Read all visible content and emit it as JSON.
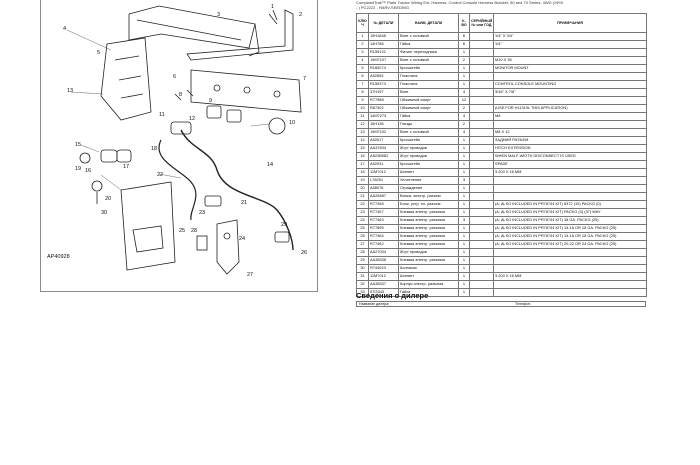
{
  "header": {
    "line1": "ComplaintTrak™ Parts Tractor Wiring Ext. Harness, Control Console Harness Bracket, 50 and 70 Series, 4WD (1993",
    "line2": "- ) PC2222 - HARV-SEEDING"
  },
  "diagram": {
    "figure_id": "AP40928",
    "callouts": [
      "1",
      "2",
      "3",
      "4",
      "5",
      "6",
      "7",
      "8",
      "9",
      "10",
      "11",
      "12",
      "13",
      "14",
      "15",
      "16",
      "17",
      "18",
      "19",
      "20",
      "21",
      "22",
      "23",
      "24",
      "25",
      "26",
      "27",
      "28",
      "29",
      "30"
    ]
  },
  "table": {
    "headers": [
      "КЛЮ Ч",
      "№ ДЕТАЛИ",
      "НАИМ. ДЕТАЛИ",
      "К-ВО",
      "СЕРИЙНЫЙ № или ГОД",
      "ПРИМЕЧАНИЯ"
    ],
    "rows": [
      [
        "1",
        "19H1848",
        "Винт с головкой",
        "6",
        "",
        "1/4\" X 3/4\""
      ],
      [
        "2",
        "14H786",
        "Гайка",
        "6",
        "",
        "1/4\""
      ],
      [
        "3",
        "R156122",
        "Фитинг переходника",
        "1",
        "",
        ""
      ],
      [
        "4",
        "19M7107",
        "Винт с головкой",
        "2",
        "",
        "M10 X 35"
      ],
      [
        "5",
        "R165274",
        "Кронштейн",
        "1",
        "",
        "MONITOR MOUNT"
      ],
      [
        "6",
        "A52853",
        "Пластина",
        "1",
        "",
        ""
      ],
      [
        "7",
        "R155373",
        "Пластина",
        "1",
        "",
        "CONTROL CONSOLE MOUNTING"
      ],
      [
        "8",
        "37H197",
        "Винт",
        "4",
        "",
        "3/16\" X 7/8\""
      ],
      [
        "9",
        "R77988",
        "Обжимной хомут",
        "12",
        "",
        ""
      ],
      [
        "10",
        "R87302",
        "Обжимной хомут",
        "2",
        "",
        "(USE FOR H11319L THIS APPLICATION)"
      ],
      [
        "11",
        "14M7273",
        "Гайка",
        "4",
        "",
        "M8"
      ],
      [
        "12",
        "15H136",
        "Гнездо",
        "2",
        "",
        ""
      ],
      [
        "13",
        "19M7102",
        "Винт с головкой",
        "4",
        "",
        "M8 X 12"
      ],
      [
        "14",
        "A52617",
        "Кронштейн",
        "1",
        "",
        "ЗАДНИЙ РАЗЪЕМ"
      ],
      [
        "15",
        "AA37634",
        "Жгут проводов",
        "1",
        "",
        "HITCH EXTENSION"
      ],
      [
        "16",
        "AN280062",
        "Жгут проводов",
        "1",
        "",
        "WHEN MALF-WIDTH DISCONNECT IS USED"
      ],
      [
        "17",
        "A52931",
        "Кронштейн",
        "1",
        "",
        "SPADE"
      ],
      [
        "18",
        "11M7012",
        "Шплинт",
        "1",
        "",
        "3.200 X 16 MM"
      ],
      [
        "19",
        "L78251",
        "Уплотнение",
        "3",
        "",
        ""
      ],
      [
        "20",
        "A58076",
        "Ограждение",
        "1",
        "",
        ""
      ],
      [
        "21",
        "AA28487",
        "Вилка, электр. разъем",
        "1",
        "",
        ""
      ],
      [
        "22",
        "R77458",
        "Блок. устр. эл. разъем",
        "1",
        "",
        "(A: ALSO INCLUDED IN PR78744 KIT) 8372 (10) PACKG (0)"
      ],
      [
        "23",
        "R77457",
        "Клемма электр. разъема",
        "1",
        "",
        "(A: ALSO INCLUDED IN PR78744 KIT) PACKG (3) (37) WAY"
      ],
      [
        "24",
        "R77463",
        "Клемма электр. разъема",
        "3",
        "",
        "(A: ALSO INCLUDED IN PR78744 KIT) 18 GA. PACKG (25)"
      ],
      [
        "25",
        "R77895",
        "Клемма электр. разъема",
        "1",
        "",
        "(A: ALSO INCLUDED IN PR78744 KIT) 14-16 OR 18 GA. PACKG (25)"
      ],
      [
        "26",
        "R77464",
        "Клемма электр. разъема",
        "1",
        "",
        "(A: ALSO INCLUDED IN PR78744 KIT) 14-16 OR 18 GA. PACKG (25)"
      ],
      [
        "27",
        "R77462",
        "Клемма электр. разъема",
        "1",
        "",
        "(A: ALSO INCLUDED IN PR78744 KIT) 20-22 OR 24 GA. PACKG (25)"
      ],
      [
        "28",
        "AA27034",
        "Жгут проводов",
        "1",
        "",
        ""
      ],
      [
        "29",
        "AA38336",
        "Клемма электр. разъема",
        "1",
        "",
        ""
      ],
      [
        "30",
        "R744023",
        "Колпачок",
        "1",
        "",
        ""
      ],
      [
        "31",
        "11M7012",
        "Шплинт",
        "1",
        "",
        "3.200 X 16 MM"
      ],
      [
        "32",
        "AA38337",
        "Корпус электр. разъема",
        "1",
        "",
        ""
      ],
      [
        "33",
        "57I3343",
        "Гайка",
        "1",
        "",
        ""
      ]
    ]
  },
  "dealer": {
    "title": "Сведения о дилере",
    "name_label": "Название дилера:",
    "phone_label": "Телефон:"
  }
}
